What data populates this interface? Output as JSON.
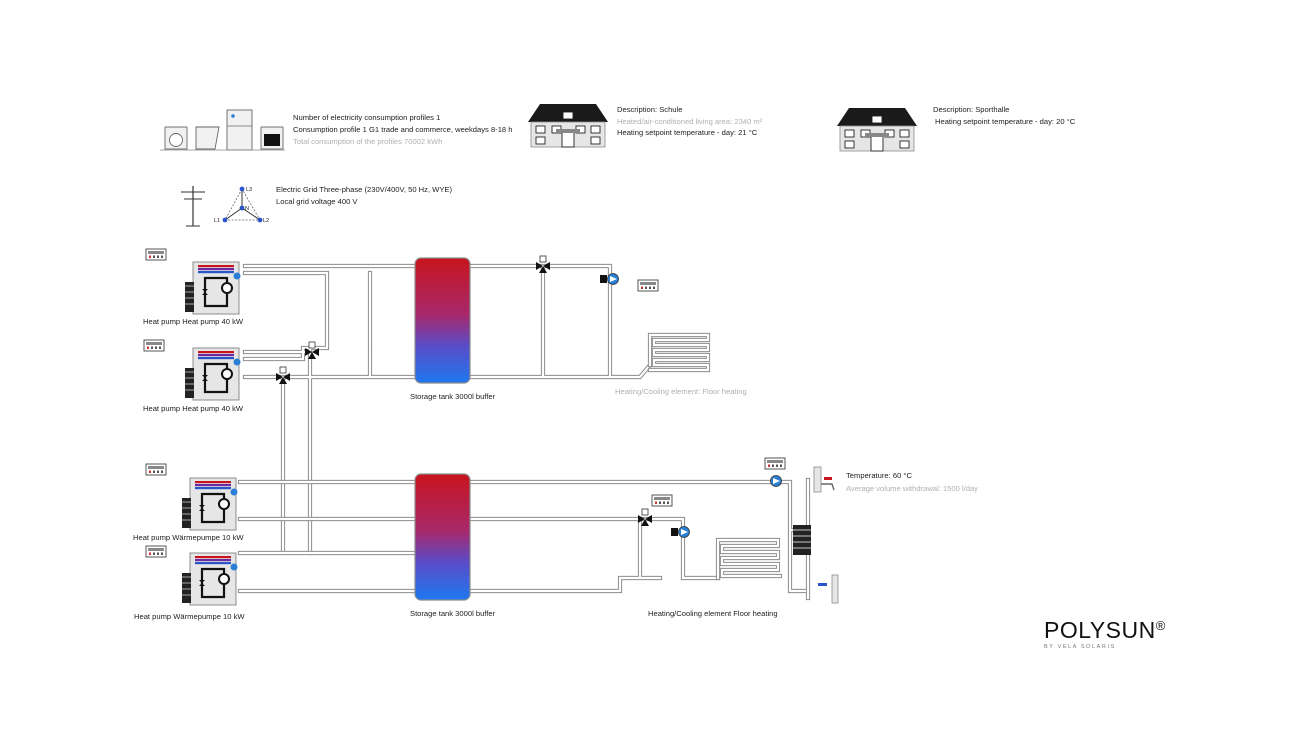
{
  "consumers": {
    "line1": "Number of electricity consumption profiles 1",
    "line2": "Consumption profile 1 G1 trade and commerce, weekdays 8-18 h",
    "line3": "Total consumption of the profiles 70002 kWh"
  },
  "grid": {
    "line1": "Electric Grid Three-phase (230V/400V, 50 Hz, WYE)",
    "line2": "Local grid voltage 400 V",
    "phase_l1": "L1",
    "phase_l2": "L2",
    "phase_l3": "L3",
    "phase_n": "N"
  },
  "building1": {
    "description": "Description: Schule",
    "area": "Heated/air-conditioned living area: 2340 m²",
    "setpoint": "Heating setpoint temperature - day: 21 °C"
  },
  "building2": {
    "description": "Description: Sporthalle",
    "setpoint": "Heating setpoint temperature - day: 20 °C"
  },
  "heat_pumps": [
    {
      "label": "Heat pump Heat pump 40 kW"
    },
    {
      "label": "Heat pump Heat pump 40 kW"
    },
    {
      "label": "Heat pump Wärmepumpe 10 kW"
    },
    {
      "label": "Heat pump Wärmepumpe 10 kW"
    }
  ],
  "tanks": [
    {
      "label": "Storage tank 3000l buffer"
    },
    {
      "label": "Storage tank 3000l buffer"
    }
  ],
  "heating_elements": [
    {
      "label": "Heating/Cooling element: Floor heating"
    },
    {
      "label": "Heating/Cooling element Floor heating"
    }
  ],
  "dhw": {
    "temperature": "Temperature: 60 °C",
    "withdrawal": "Average volume withdrawal: 1500 l/day"
  },
  "logo": {
    "name": "POLYSUN",
    "mark": "®",
    "sub": "BY VELA SOLARIS"
  },
  "colors": {
    "tank_top": "#c8141e",
    "tank_bottom": "#1e78f0",
    "pump": "#2a7fd4",
    "pipe": "#8c8c8c",
    "muted_text": "#b0b0b0"
  }
}
